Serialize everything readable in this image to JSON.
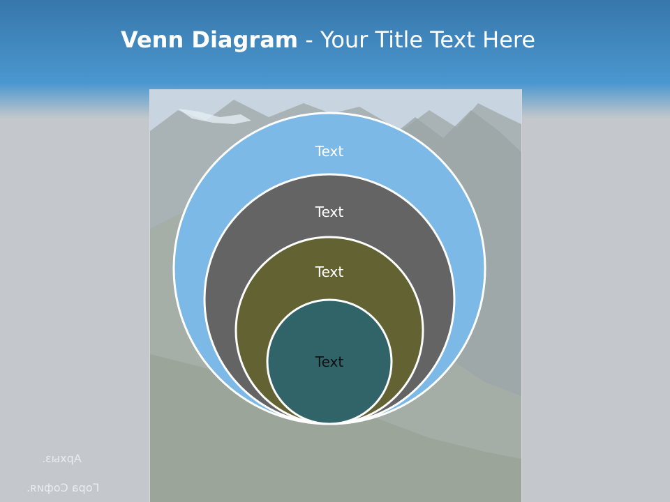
{
  "slide": {
    "title_bold": "Venn Diagram",
    "title_rest": " - Your Title Text Here"
  },
  "diagram": {
    "circles": [
      {
        "label": "Text",
        "color": "#7cb9e6",
        "text_color": "#ffffff"
      },
      {
        "label": "Text",
        "color": "#646464",
        "text_color": "#ffffff"
      },
      {
        "label": "Text",
        "color": "#626233",
        "text_color": "#ffffff"
      },
      {
        "label": "Text",
        "color": "#316468",
        "text_color": "#111111"
      }
    ]
  },
  "background": {
    "caption_line1": "Архыз.",
    "caption_line2": "Гора София."
  }
}
